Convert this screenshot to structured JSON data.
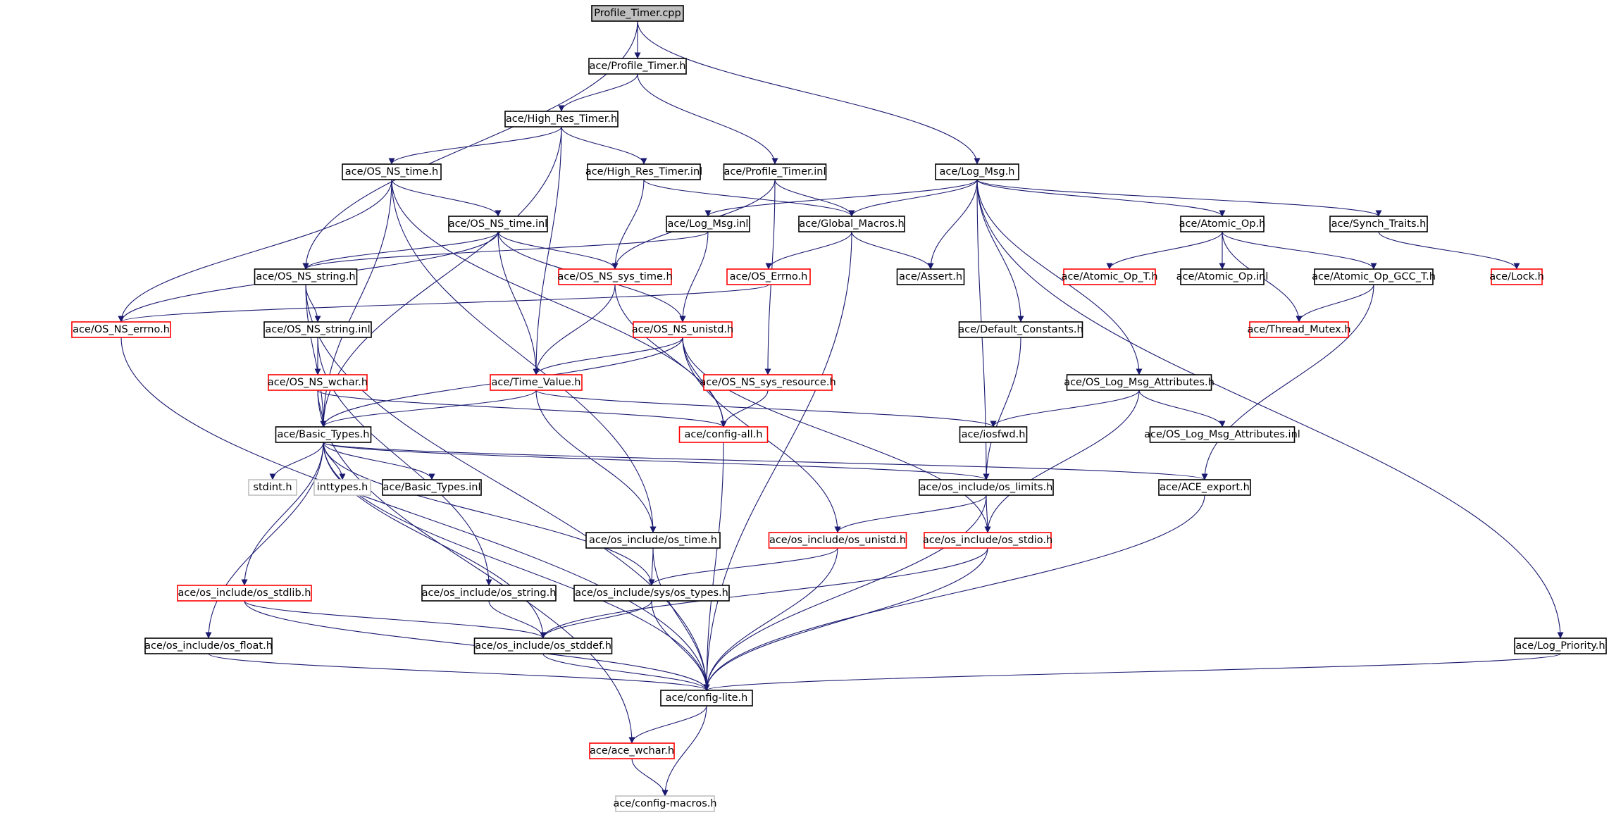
{
  "diagram": {
    "title": "",
    "colors": {
      "edge": "#191970",
      "normal_border": "#000000",
      "truncated_border": "#ff0000",
      "external_border": "#bfbfbf",
      "root_fill": "#bfbfbf",
      "node_fill": "#ffffff"
    },
    "nodes": [
      {
        "id": "profile_timer_cpp",
        "label": "Profile_Timer.cpp",
        "kind": "root"
      },
      {
        "id": "profile_timer_h",
        "label": "ace/Profile_Timer.h",
        "kind": "normal"
      },
      {
        "id": "high_res_timer_h",
        "label": "ace/High_Res_Timer.h",
        "kind": "normal"
      },
      {
        "id": "os_ns_time_h",
        "label": "ace/OS_NS_time.h",
        "kind": "normal"
      },
      {
        "id": "high_res_timer_inl",
        "label": "ace/High_Res_Timer.inl",
        "kind": "normal"
      },
      {
        "id": "profile_timer_inl",
        "label": "ace/Profile_Timer.inl",
        "kind": "normal"
      },
      {
        "id": "log_msg_h",
        "label": "ace/Log_Msg.h",
        "kind": "normal"
      },
      {
        "id": "os_ns_time_inl",
        "label": "ace/OS_NS_time.inl",
        "kind": "normal"
      },
      {
        "id": "log_msg_inl",
        "label": "ace/Log_Msg.inl",
        "kind": "normal"
      },
      {
        "id": "global_macros_h",
        "label": "ace/Global_Macros.h",
        "kind": "normal"
      },
      {
        "id": "atomic_op_h",
        "label": "ace/Atomic_Op.h",
        "kind": "normal"
      },
      {
        "id": "synch_traits_h",
        "label": "ace/Synch_Traits.h",
        "kind": "normal"
      },
      {
        "id": "os_ns_string_h",
        "label": "ace/OS_NS_string.h",
        "kind": "normal"
      },
      {
        "id": "os_ns_sys_time_h",
        "label": "ace/OS_NS_sys_time.h",
        "kind": "truncated"
      },
      {
        "id": "os_errno_h",
        "label": "ace/OS_Errno.h",
        "kind": "truncated"
      },
      {
        "id": "assert_h",
        "label": "ace/Assert.h",
        "kind": "normal"
      },
      {
        "id": "atomic_op_t_h",
        "label": "ace/Atomic_Op_T.h",
        "kind": "truncated"
      },
      {
        "id": "atomic_op_inl",
        "label": "ace/Atomic_Op.inl",
        "kind": "normal"
      },
      {
        "id": "atomic_op_gcc_t_h",
        "label": "ace/Atomic_Op_GCC_T.h",
        "kind": "normal"
      },
      {
        "id": "lock_h",
        "label": "ace/Lock.h",
        "kind": "truncated"
      },
      {
        "id": "os_ns_errno_h",
        "label": "ace/OS_NS_errno.h",
        "kind": "truncated"
      },
      {
        "id": "os_ns_string_inl",
        "label": "ace/OS_NS_string.inl",
        "kind": "normal"
      },
      {
        "id": "os_ns_unistd_h",
        "label": "ace/OS_NS_unistd.h",
        "kind": "truncated"
      },
      {
        "id": "default_constants_h",
        "label": "ace/Default_Constants.h",
        "kind": "normal"
      },
      {
        "id": "thread_mutex_h",
        "label": "ace/Thread_Mutex.h",
        "kind": "truncated"
      },
      {
        "id": "os_ns_wchar_h",
        "label": "ace/OS_NS_wchar.h",
        "kind": "truncated"
      },
      {
        "id": "time_value_h",
        "label": "ace/Time_Value.h",
        "kind": "truncated"
      },
      {
        "id": "os_ns_sys_resource_h",
        "label": "ace/OS_NS_sys_resource.h",
        "kind": "truncated"
      },
      {
        "id": "os_log_msg_attributes_h",
        "label": "ace/OS_Log_Msg_Attributes.h",
        "kind": "normal"
      },
      {
        "id": "basic_types_h",
        "label": "ace/Basic_Types.h",
        "kind": "normal"
      },
      {
        "id": "config_all_h",
        "label": "ace/config-all.h",
        "kind": "truncated"
      },
      {
        "id": "iosfwd_h",
        "label": "ace/iosfwd.h",
        "kind": "normal"
      },
      {
        "id": "os_log_msg_attributes_inl",
        "label": "ace/OS_Log_Msg_Attributes.inl",
        "kind": "normal"
      },
      {
        "id": "stdint_h",
        "label": "stdint.h",
        "kind": "external"
      },
      {
        "id": "inttypes_h",
        "label": "inttypes.h",
        "kind": "external"
      },
      {
        "id": "basic_types_inl",
        "label": "ace/Basic_Types.inl",
        "kind": "normal"
      },
      {
        "id": "os_limits_h",
        "label": "ace/os_include/os_limits.h",
        "kind": "normal"
      },
      {
        "id": "ace_export_h",
        "label": "ace/ACE_export.h",
        "kind": "normal"
      },
      {
        "id": "os_time_h",
        "label": "ace/os_include/os_time.h",
        "kind": "normal"
      },
      {
        "id": "os_unistd_h",
        "label": "ace/os_include/os_unistd.h",
        "kind": "truncated"
      },
      {
        "id": "os_stdio_h",
        "label": "ace/os_include/os_stdio.h",
        "kind": "truncated"
      },
      {
        "id": "os_stdlib_h",
        "label": "ace/os_include/os_stdlib.h",
        "kind": "truncated"
      },
      {
        "id": "os_string_h",
        "label": "ace/os_include/os_string.h",
        "kind": "normal"
      },
      {
        "id": "os_types_h",
        "label": "ace/os_include/sys/os_types.h",
        "kind": "normal"
      },
      {
        "id": "os_float_h",
        "label": "ace/os_include/os_float.h",
        "kind": "normal"
      },
      {
        "id": "os_stddef_h",
        "label": "ace/os_include/os_stddef.h",
        "kind": "normal"
      },
      {
        "id": "log_priority_h",
        "label": "ace/Log_Priority.h",
        "kind": "normal"
      },
      {
        "id": "config_lite_h",
        "label": "ace/config-lite.h",
        "kind": "normal"
      },
      {
        "id": "ace_wchar_h",
        "label": "ace/ace_wchar.h",
        "kind": "truncated"
      },
      {
        "id": "config_macros_h",
        "label": "ace/config-macros.h",
        "kind": "external"
      }
    ],
    "edges": [
      [
        "profile_timer_cpp",
        "profile_timer_h"
      ],
      [
        "profile_timer_cpp",
        "log_msg_h"
      ],
      [
        "profile_timer_cpp",
        "os_ns_string_h"
      ],
      [
        "profile_timer_h",
        "high_res_timer_h"
      ],
      [
        "profile_timer_h",
        "profile_timer_inl"
      ],
      [
        "high_res_timer_h",
        "os_ns_time_h"
      ],
      [
        "high_res_timer_h",
        "high_res_timer_inl"
      ],
      [
        "high_res_timer_h",
        "time_value_h"
      ],
      [
        "high_res_timer_h",
        "basic_types_h"
      ],
      [
        "os_ns_time_h",
        "os_ns_time_inl"
      ],
      [
        "os_ns_time_h",
        "os_ns_errno_h"
      ],
      [
        "os_ns_time_h",
        "basic_types_h"
      ],
      [
        "os_ns_time_h",
        "os_time_h"
      ],
      [
        "os_ns_time_h",
        "config_all_h"
      ],
      [
        "high_res_timer_inl",
        "global_macros_h"
      ],
      [
        "high_res_timer_inl",
        "os_ns_sys_time_h"
      ],
      [
        "profile_timer_inl",
        "global_macros_h"
      ],
      [
        "profile_timer_inl",
        "os_ns_sys_time_h"
      ],
      [
        "profile_timer_inl",
        "os_ns_sys_resource_h"
      ],
      [
        "log_msg_h",
        "log_msg_inl"
      ],
      [
        "log_msg_h",
        "global_macros_h"
      ],
      [
        "log_msg_h",
        "assert_h"
      ],
      [
        "log_msg_h",
        "atomic_op_h"
      ],
      [
        "log_msg_h",
        "synch_traits_h"
      ],
      [
        "log_msg_h",
        "default_constants_h"
      ],
      [
        "log_msg_h",
        "os_log_msg_attributes_h"
      ],
      [
        "log_msg_h",
        "os_limits_h"
      ],
      [
        "log_msg_h",
        "log_priority_h"
      ],
      [
        "os_ns_time_inl",
        "os_ns_string_h"
      ],
      [
        "os_ns_time_inl",
        "os_ns_errno_h"
      ],
      [
        "os_ns_time_inl",
        "os_ns_sys_time_h"
      ],
      [
        "os_ns_time_inl",
        "os_ns_unistd_h"
      ],
      [
        "os_ns_time_inl",
        "time_value_h"
      ],
      [
        "log_msg_inl",
        "os_ns_string_h"
      ],
      [
        "log_msg_inl",
        "os_ns_unistd_h"
      ],
      [
        "global_macros_h",
        "os_errno_h"
      ],
      [
        "global_macros_h",
        "assert_h"
      ],
      [
        "global_macros_h",
        "config_lite_h"
      ],
      [
        "atomic_op_h",
        "atomic_op_t_h"
      ],
      [
        "atomic_op_h",
        "atomic_op_inl"
      ],
      [
        "atomic_op_h",
        "atomic_op_gcc_t_h"
      ],
      [
        "atomic_op_h",
        "thread_mutex_h"
      ],
      [
        "synch_traits_h",
        "lock_h"
      ],
      [
        "atomic_op_gcc_t_h",
        "thread_mutex_h"
      ],
      [
        "atomic_op_gcc_t_h",
        "ace_export_h"
      ],
      [
        "os_ns_string_h",
        "os_ns_string_inl"
      ],
      [
        "os_ns_string_h",
        "basic_types_h"
      ],
      [
        "os_ns_string_h",
        "config_lite_h"
      ],
      [
        "os_ns_sys_time_h",
        "time_value_h"
      ],
      [
        "os_ns_sys_time_h",
        "config_all_h"
      ],
      [
        "os_errno_h",
        "os_ns_errno_h"
      ],
      [
        "os_ns_errno_h",
        "config_lite_h"
      ],
      [
        "os_ns_string_inl",
        "os_ns_wchar_h"
      ],
      [
        "os_ns_string_inl",
        "os_string_h"
      ],
      [
        "os_ns_unistd_h",
        "time_value_h"
      ],
      [
        "os_ns_unistd_h",
        "basic_types_h"
      ],
      [
        "os_ns_unistd_h",
        "config_all_h"
      ],
      [
        "os_ns_unistd_h",
        "os_unistd_h"
      ],
      [
        "os_ns_unistd_h",
        "os_stdio_h"
      ],
      [
        "default_constants_h",
        "os_limits_h"
      ],
      [
        "os_ns_wchar_h",
        "basic_types_h"
      ],
      [
        "os_ns_wchar_h",
        "config_all_h"
      ],
      [
        "os_ns_wchar_h",
        "ace_wchar_h"
      ],
      [
        "time_value_h",
        "basic_types_h"
      ],
      [
        "time_value_h",
        "iosfwd_h"
      ],
      [
        "time_value_h",
        "os_time_h"
      ],
      [
        "os_ns_sys_resource_h",
        "config_all_h"
      ],
      [
        "os_log_msg_attributes_h",
        "iosfwd_h"
      ],
      [
        "os_log_msg_attributes_h",
        "os_log_msg_attributes_inl"
      ],
      [
        "os_log_msg_attributes_h",
        "os_stdio_h"
      ],
      [
        "basic_types_h",
        "stdint_h"
      ],
      [
        "basic_types_h",
        "inttypes_h"
      ],
      [
        "basic_types_h",
        "basic_types_inl"
      ],
      [
        "basic_types_h",
        "os_limits_h"
      ],
      [
        "basic_types_h",
        "ace_export_h"
      ],
      [
        "basic_types_h",
        "os_stdlib_h"
      ],
      [
        "basic_types_h",
        "os_float_h"
      ],
      [
        "basic_types_h",
        "os_types_h"
      ],
      [
        "basic_types_h",
        "os_stddef_h"
      ],
      [
        "basic_types_h",
        "config_lite_h"
      ],
      [
        "config_all_h",
        "config_lite_h"
      ],
      [
        "os_limits_h",
        "os_unistd_h"
      ],
      [
        "os_limits_h",
        "os_stdio_h"
      ],
      [
        "os_limits_h",
        "config_lite_h"
      ],
      [
        "ace_export_h",
        "config_lite_h"
      ],
      [
        "os_time_h",
        "os_types_h"
      ],
      [
        "os_time_h",
        "config_lite_h"
      ],
      [
        "os_unistd_h",
        "os_types_h"
      ],
      [
        "os_unistd_h",
        "config_lite_h"
      ],
      [
        "os_stdio_h",
        "os_stddef_h"
      ],
      [
        "os_stdio_h",
        "config_lite_h"
      ],
      [
        "os_stdlib_h",
        "os_stddef_h"
      ],
      [
        "os_stdlib_h",
        "config_lite_h"
      ],
      [
        "os_string_h",
        "os_stddef_h"
      ],
      [
        "os_types_h",
        "os_stddef_h"
      ],
      [
        "os_types_h",
        "config_lite_h"
      ],
      [
        "os_float_h",
        "config_lite_h"
      ],
      [
        "os_stddef_h",
        "config_lite_h"
      ],
      [
        "log_priority_h",
        "config_lite_h"
      ],
      [
        "config_lite_h",
        "ace_wchar_h"
      ],
      [
        "config_lite_h",
        "config_macros_h"
      ],
      [
        "ace_wchar_h",
        "config_macros_h"
      ]
    ]
  }
}
